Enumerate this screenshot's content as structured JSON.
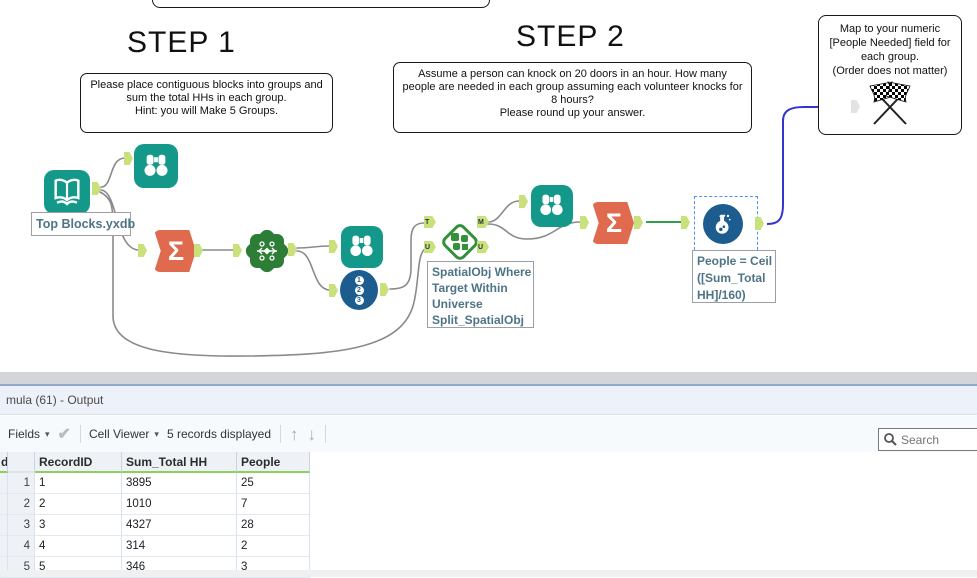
{
  "canvas": {
    "step1": {
      "title": "STEP 1",
      "lines": [
        "Please place contiguous blocks into groups and",
        "sum the total HHs in each group.",
        "",
        "Hint: you will Make 5 Groups."
      ]
    },
    "step2": {
      "title": "STEP 2",
      "lines": [
        "Assume a person can knock on 20 doors in an hour. How many",
        "people are needed in each group assuming each volunteer knocks for",
        "8 hours?",
        "",
        "Please round up your answer."
      ]
    },
    "goal": {
      "lines": [
        "Map to your numeric",
        "[People Needed] field for",
        "each group.",
        "(Order does not matter)"
      ]
    },
    "annotations": {
      "input_label": "Top Blocks.yxdb",
      "spatial_lines": [
        "SpatialObj Where",
        "Target Within",
        "Universe",
        "Split_SpatialObj"
      ],
      "formula_lines": [
        "People = Ceil",
        "([Sum_Total",
        "HH]/160)"
      ]
    },
    "anchors": {
      "t": "T",
      "u": "U",
      "m": "M"
    },
    "tile_numbers": [
      "1",
      "2",
      "3"
    ]
  },
  "panel": {
    "title": "mula (61) - Output",
    "toolbar": {
      "fields": "Fields",
      "cell_viewer": "Cell Viewer",
      "records": "5 records displayed",
      "search_placeholder": "Search"
    },
    "table": {
      "sliver_header": "d",
      "headers": [
        "RecordID",
        "Sum_Total HH",
        "People"
      ],
      "rows": [
        {
          "num": "1",
          "recordid": "1",
          "sum": "3895",
          "people": "25"
        },
        {
          "num": "2",
          "recordid": "2",
          "sum": "1010",
          "people": "7"
        },
        {
          "num": "3",
          "recordid": "3",
          "sum": "4327",
          "people": "28"
        },
        {
          "num": "4",
          "recordid": "4",
          "sum": "314",
          "people": "2"
        },
        {
          "num": "5",
          "recordid": "5",
          "sum": "346",
          "people": "3"
        }
      ]
    }
  },
  "colors": {
    "teal": "#13988a",
    "orange": "#df6a4d",
    "group_green": "#2d7d36",
    "spatial_green": "#33913b",
    "dark_blue": "#1d5c8f",
    "anchor_green": "#c8e17b",
    "wire_gray": "#8a8a8a",
    "wire_selected": "#2fa14b",
    "wire_blue": "#3434cf",
    "header_underline": "#8ed05e"
  }
}
